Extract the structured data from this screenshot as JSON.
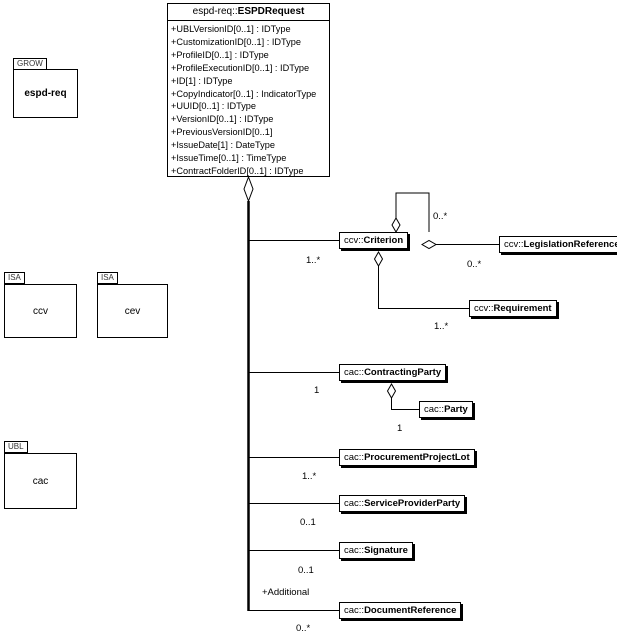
{
  "packages": [
    {
      "stereotype": "GROW",
      "name": "espd-req"
    },
    {
      "stereotype": "ISA",
      "name": "ccv"
    },
    {
      "stereotype": "ISA",
      "name": "cev"
    },
    {
      "stereotype": "UBL",
      "name": "cac"
    }
  ],
  "root": {
    "prefix": "espd-req::",
    "name": "ESPDRequest",
    "attributes": [
      "+UBLVersionID[0..1] : IDType",
      "+CustomizationID[0..1] : IDType",
      "+ProfileID[0..1] : IDType",
      "+ProfileExecutionID[0..1] : IDType",
      "+ID[1] : IDType",
      "+CopyIndicator[0..1] : IndicatorType",
      "+UUID[0..1] : IDType",
      "+VersionID[0..1] : IDType",
      "+PreviousVersionID[0..1]",
      "+IssueDate[1] : DateType",
      "+IssueTime[0..1] : TimeType",
      "+ContractFolderID[0..1] : IDType"
    ]
  },
  "classes": {
    "criterion": {
      "prefix": "ccv::",
      "name": "Criterion"
    },
    "legislation": {
      "prefix": "ccv::",
      "name": "LegislationReference"
    },
    "requirement": {
      "prefix": "ccv::",
      "name": "Requirement"
    },
    "contracting_party": {
      "prefix": "cac::",
      "name": "ContractingParty"
    },
    "party": {
      "prefix": "cac::",
      "name": "Party"
    },
    "procurement_lot": {
      "prefix": "cac::",
      "name": "ProcurementProjectLot"
    },
    "service_provider": {
      "prefix": "cac::",
      "name": "ServiceProviderParty"
    },
    "signature": {
      "prefix": "cac::",
      "name": "Signature"
    },
    "document_reference": {
      "prefix": "cac::",
      "name": "DocumentReference"
    }
  },
  "multiplicities": {
    "criterion_self": "0..*",
    "criterion": "1..*",
    "legislation": "0..*",
    "requirement": "1..*",
    "contracting_party": "1",
    "party": "1",
    "procurement_lot": "1..*",
    "service_provider": "0..1",
    "signature": "0..1",
    "document_reference": "0..*"
  },
  "role_labels": {
    "document_reference": "+Additional"
  }
}
